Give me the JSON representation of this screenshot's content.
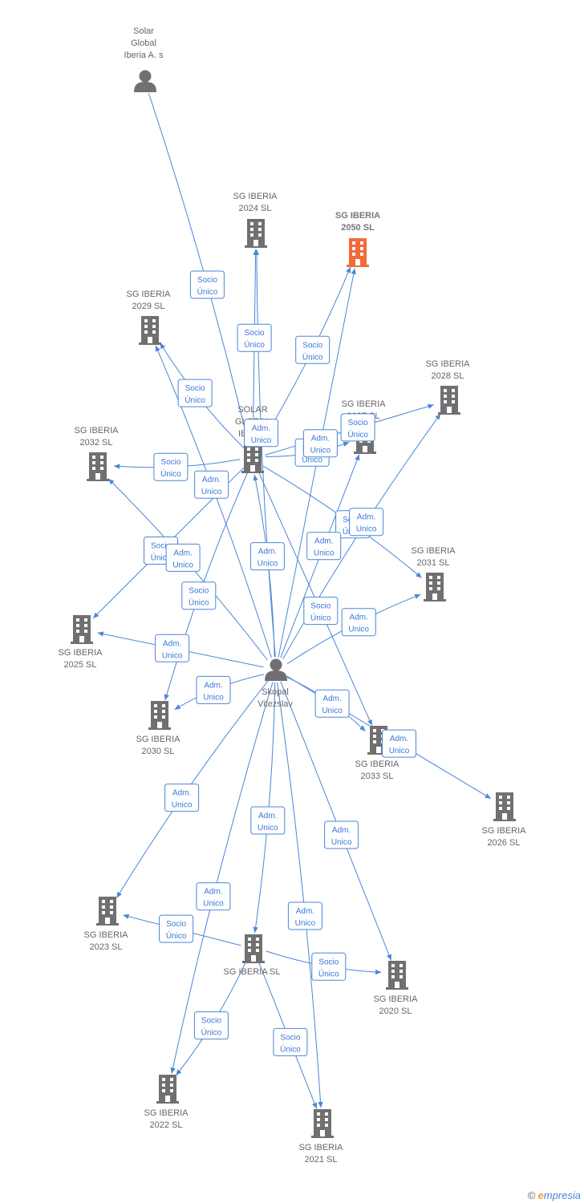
{
  "colors": {
    "edge": "#4a86d8",
    "node": "#707070",
    "focus": "#f26b3a",
    "label": "#666666"
  },
  "nodes": [
    {
      "id": "solar_person",
      "label": [
        "Solar",
        "Global",
        "Iberia A. s"
      ],
      "icon": "person-icon"
    },
    {
      "id": "sg2024",
      "label": [
        "SG IBERIA",
        "2024  SL"
      ],
      "icon": "building-icon"
    },
    {
      "id": "sg2050",
      "label": [
        "SG IBERIA",
        "2050  SL"
      ],
      "icon": "building-icon",
      "focus": true
    },
    {
      "id": "sg2029",
      "label": [
        "SG IBERIA",
        "2029  SL"
      ],
      "icon": "building-icon"
    },
    {
      "id": "sg2028",
      "label": [
        "SG IBERIA",
        "2028  SL"
      ],
      "icon": "building-icon"
    },
    {
      "id": "sg2027",
      "label": [
        "SG IBERIA",
        "2027  SL"
      ],
      "icon": "building-icon"
    },
    {
      "id": "solar_company",
      "label": [
        "SOLAR",
        "GLOBAL",
        "IBERIA"
      ],
      "icon": "building-icon"
    },
    {
      "id": "sg2032",
      "label": [
        "SG IBERIA",
        "2032  SL"
      ],
      "icon": "building-icon"
    },
    {
      "id": "sg2031",
      "label": [
        "SG IBERIA",
        "2031  SL"
      ],
      "icon": "building-icon"
    },
    {
      "id": "sg2025",
      "label": [
        "SG IBERIA",
        "2025  SL"
      ],
      "icon": "building-icon"
    },
    {
      "id": "skopal",
      "label": [
        "Skopal",
        "Vitezslav"
      ],
      "icon": "person-icon"
    },
    {
      "id": "sg2030",
      "label": [
        "SG IBERIA",
        "2030  SL"
      ],
      "icon": "building-icon"
    },
    {
      "id": "sg2033",
      "label": [
        "SG IBERIA",
        "2033  SL"
      ],
      "icon": "building-icon"
    },
    {
      "id": "sg2026",
      "label": [
        "SG IBERIA",
        "2026  SL"
      ],
      "icon": "building-icon"
    },
    {
      "id": "sg2023",
      "label": [
        "SG IBERIA",
        "2023  SL"
      ],
      "icon": "building-icon"
    },
    {
      "id": "sgiberia",
      "label": [
        "SG IBERIA  SL"
      ],
      "icon": "building-icon"
    },
    {
      "id": "sg2020",
      "label": [
        "SG IBERIA",
        "2020  SL"
      ],
      "icon": "building-icon"
    },
    {
      "id": "sg2022",
      "label": [
        "SG IBERIA",
        "2022  SL"
      ],
      "icon": "building-icon"
    },
    {
      "id": "sg2021",
      "label": [
        "SG IBERIA",
        "2021  SL"
      ],
      "icon": "building-icon"
    }
  ],
  "edges": [
    {
      "from": "solar_person",
      "to": "solar_company",
      "label": [
        "Socio",
        "Único"
      ]
    },
    {
      "from": "solar_company",
      "to": "sg2024",
      "label": [
        "Socio",
        "Único"
      ]
    },
    {
      "from": "solar_company",
      "to": "sg2050",
      "label": [
        "Socio",
        "Único"
      ]
    },
    {
      "from": "solar_company",
      "to": "sg2029",
      "label": [
        "Socio",
        "Único"
      ]
    },
    {
      "from": "solar_company",
      "to": "sg2028",
      "label": [
        "Socio",
        "Único"
      ]
    },
    {
      "from": "solar_company",
      "to": "sg2027",
      "label": [
        "Socio",
        "Único"
      ]
    },
    {
      "from": "solar_company",
      "to": "sg2032",
      "label": [
        "Socio",
        "Único"
      ]
    },
    {
      "from": "solar_company",
      "to": "sg2025",
      "label": [
        "Socio",
        "Único"
      ]
    },
    {
      "from": "solar_company",
      "to": "sg2030",
      "label": [
        "Socio",
        "Único"
      ]
    },
    {
      "from": "solar_company",
      "to": "sg2031",
      "label": [
        "Socio",
        "Único"
      ]
    },
    {
      "from": "solar_company",
      "to": "sg2033",
      "label": [
        "Socio",
        "Único"
      ]
    },
    {
      "from": "skopal",
      "to": "solar_company",
      "label": [
        "Adm.",
        "Unico"
      ]
    },
    {
      "from": "skopal",
      "to": "sg2024",
      "label": [
        "Adm.",
        "Unico"
      ]
    },
    {
      "from": "skopal",
      "to": "sg2050",
      "label": [
        "Adm.",
        "Unico"
      ]
    },
    {
      "from": "skopal",
      "to": "sg2029",
      "label": [
        "Adm.",
        "Unico"
      ]
    },
    {
      "from": "skopal",
      "to": "sg2028",
      "label": [
        "Adm.",
        "Unico"
      ]
    },
    {
      "from": "skopal",
      "to": "sg2027",
      "label": [
        "Adm.",
        "Unico"
      ]
    },
    {
      "from": "skopal",
      "to": "sg2032",
      "label": [
        "Adm.",
        "Unico"
      ]
    },
    {
      "from": "skopal",
      "to": "sg2031",
      "label": [
        "Adm.",
        "Unico"
      ]
    },
    {
      "from": "skopal",
      "to": "sg2025",
      "label": [
        "Adm.",
        "Unico"
      ]
    },
    {
      "from": "skopal",
      "to": "sg2030",
      "label": [
        "Adm.",
        "Unico"
      ]
    },
    {
      "from": "skopal",
      "to": "sg2033",
      "label": [
        "Adm.",
        "Unico"
      ]
    },
    {
      "from": "skopal",
      "to": "sg2026",
      "label": [
        "Adm.",
        "Unico"
      ]
    },
    {
      "from": "skopal",
      "to": "sg2023",
      "label": [
        "Adm.",
        "Unico"
      ]
    },
    {
      "from": "skopal",
      "to": "sgiberia",
      "label": [
        "Adm.",
        "Unico"
      ]
    },
    {
      "from": "skopal",
      "to": "sg2020",
      "label": [
        "Adm.",
        "Unico"
      ]
    },
    {
      "from": "skopal",
      "to": "sg2022",
      "label": [
        "Adm.",
        "Unico"
      ]
    },
    {
      "from": "skopal",
      "to": "sg2021",
      "label": [
        "Adm.",
        "Unico"
      ]
    },
    {
      "from": "sgiberia",
      "to": "sg2023",
      "label": [
        "Socio",
        "Único"
      ]
    },
    {
      "from": "sgiberia",
      "to": "sg2020",
      "label": [
        "Socio",
        "Único"
      ]
    },
    {
      "from": "sgiberia",
      "to": "sg2022",
      "label": [
        "Socio",
        "Único"
      ]
    },
    {
      "from": "sgiberia",
      "to": "sg2021",
      "label": [
        "Socio",
        "Único"
      ]
    }
  ],
  "footer": {
    "copyright": "©",
    "brand_initial": "e",
    "brand_rest": "mpresia"
  }
}
